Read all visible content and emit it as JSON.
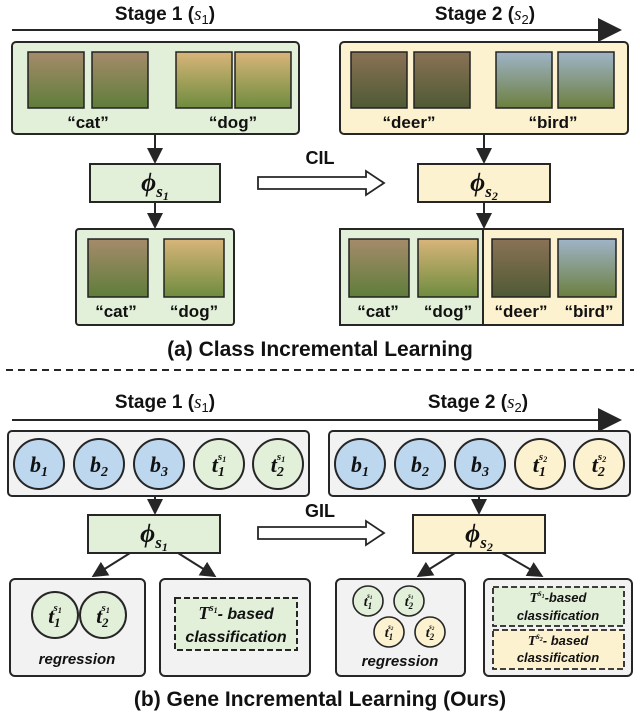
{
  "top": {
    "stage1": "Stage 1 (",
    "stage1_var": "s",
    "stage1_sub": "1",
    "stage2": "Stage 2 (",
    "stage2_var": "s",
    "stage2_sub": "2",
    "close_paren": ")",
    "input1_labels": [
      "“cat”",
      "“dog”"
    ],
    "input2_labels": [
      "“deer”",
      "“bird”"
    ],
    "model1": "ϕ",
    "model1_sub": "s",
    "model1_subsub": "1",
    "model2": "ϕ",
    "model2_sub": "s",
    "model2_subsub": "2",
    "arrow_label": "CIL",
    "output1_labels": [
      "“cat”",
      "“dog”"
    ],
    "output2_labels": [
      "“cat”",
      "“dog”",
      "“deer”",
      "“bird”"
    ],
    "caption": "(a) Class Incremental Learning",
    "photos_in_1": [
      "cat-photo",
      "cat-photo",
      "dog-photo",
      "dog-photo"
    ],
    "photos_in_2": [
      "deer-photo",
      "deer-photo",
      "bird-photo",
      "bird-photo"
    ],
    "photos_out_1": [
      "cat-photo",
      "dog-photo"
    ],
    "photos_out_2": [
      "cat-photo",
      "dog-photo",
      "deer-photo",
      "bird-photo"
    ]
  },
  "bottom": {
    "stage1": "Stage 1 (",
    "stage1_var": "s",
    "stage1_sub": "1",
    "stage2": "Stage 2 (",
    "stage2_var": "s",
    "stage2_sub": "2",
    "close_paren": ")",
    "arrow_label": "GIL",
    "model1": "ϕ",
    "model1_sub": "s",
    "model1_subsub": "1",
    "model2": "ϕ",
    "model2_sub": "s",
    "model2_subsub": "2",
    "left_regression": "regression",
    "left_classification_T": "T",
    "left_classification_sup": "s",
    "left_classification_supsub": "1",
    "left_classification_line1": "- based",
    "left_classification_line2": "classification",
    "right_regression": "regression",
    "right_cls1_suffix": "-based",
    "right_cls1_line2": "classification",
    "right_cls2_suffix": "- based",
    "right_cls2_line2": "classification",
    "caption": "(b) Gene Incremental Learning (Ours)"
  },
  "colors": {
    "green_fill": "#e2efd9",
    "yellow_fill": "#fdf2d0",
    "blue_circle": "#bdd7ee",
    "gray_fill": "#f2f2f2",
    "stroke": "#262626"
  }
}
